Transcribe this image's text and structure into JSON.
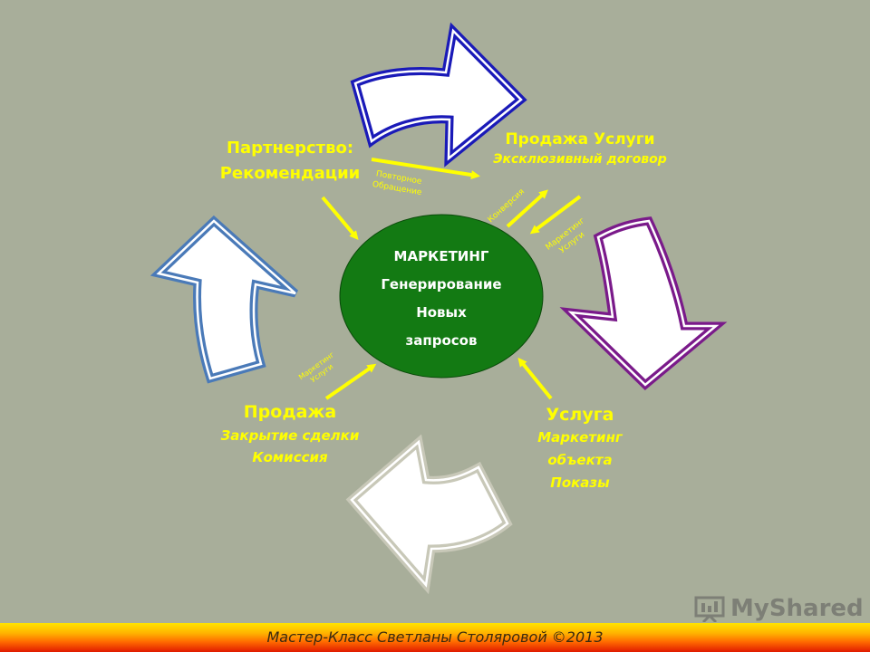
{
  "center": {
    "line1": "МАРКЕТИНГ",
    "line2": "Генерирование",
    "line3": "Новых",
    "line4": "запросов",
    "fill_color": "#137a13"
  },
  "nodes": {
    "partnership": {
      "line1": "Партнерство:",
      "line2": "Рекомендации"
    },
    "sale_service": {
      "title": "Продажа Услуги",
      "subtitle": "Эксклюзивный договор"
    },
    "service": {
      "title": "Услуга",
      "line1": "Маркетинг",
      "line2": "объекта",
      "line3": "Показы"
    },
    "sale": {
      "title": "Продажа",
      "line1": "Закрытие сделки",
      "line2": "Комиссия"
    }
  },
  "connector_labels": {
    "repeat": {
      "line1": "Повторное",
      "line2": "Обращение"
    },
    "conversion": "Конверсия",
    "marketing_services_right": {
      "line1": "Маркетинг",
      "line2": "Услуги"
    },
    "marketing_services_left": {
      "line1": "Маркетинг",
      "line2": "Услуги"
    }
  },
  "cycle_arrows": [
    {
      "name": "top-arrow",
      "border_color": "#1a1ab8"
    },
    {
      "name": "right-arrow",
      "border_color": "#7a1a8a"
    },
    {
      "name": "bottom-arrow",
      "border_color": "#c8c8b8"
    },
    {
      "name": "left-arrow",
      "border_color": "#4a7ab8"
    }
  ],
  "text_color": "#ffff00",
  "logo": "MyShared",
  "footer": "Мастер-Класс Светланы Столяровой ©2013"
}
